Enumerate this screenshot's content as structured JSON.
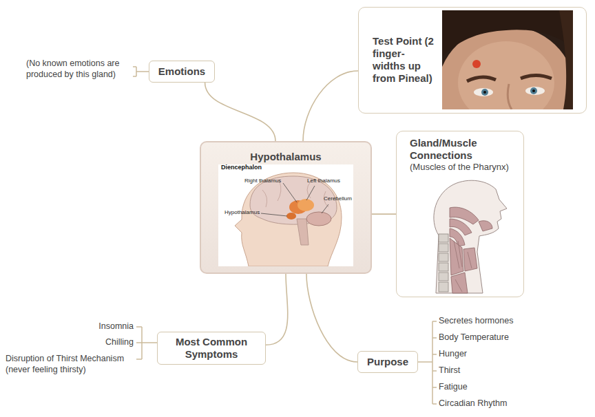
{
  "diagram": {
    "nodes": [
      {
        "text": [
          "Emotions"
        ]
      },
      {
        "text": [
          "Test Point (2 finger-widths up from Pineal)"
        ]
      },
      {
        "text": [
          "Hypothalamus"
        ]
      },
      {
        "text": [
          "Gland/Muscle Connections",
          "(Muscles of the Pharynx)"
        ]
      },
      {
        "text": [
          "Most Common Symptoms"
        ]
      },
      {
        "text": [
          "Purpose"
        ]
      }
    ],
    "edges": [
      {
        "from": 2,
        "to": 0,
        "arrow": "none"
      },
      {
        "from": 2,
        "to": 1,
        "arrow": "none"
      },
      {
        "from": 2,
        "to": 3,
        "arrow": "none"
      },
      {
        "from": 2,
        "to": 4,
        "arrow": "none"
      },
      {
        "from": 2,
        "to": 5,
        "arrow": "none"
      }
    ],
    "labels": [
      "(No known emotions are produced by this gland)",
      "Diencephalon",
      "Right thalamus",
      "Left thalamus",
      "Hypothalamus",
      "Cerebellum",
      "Insomnia",
      "Chilling",
      "Disruption of Thirst Mechanism (never feeling thirsty)",
      "Secretes hormones",
      "Body Temperature",
      "Hunger",
      "Thirst",
      "Fatigue",
      "Circadian Rhythm"
    ]
  }
}
